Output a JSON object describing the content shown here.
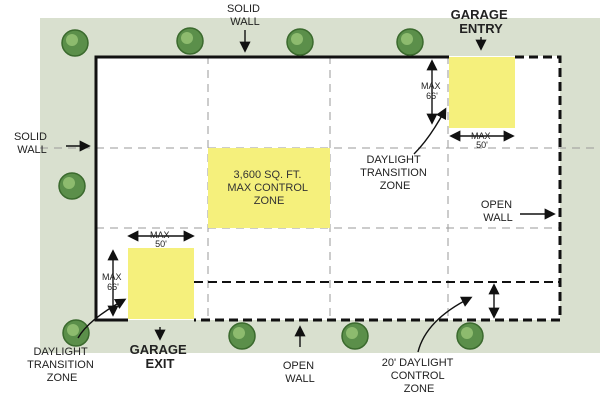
{
  "colors": {
    "hedge": "#d9e0cf",
    "yellow": "#f5f07c",
    "shrub": "#5b8f4a",
    "wall": "#111111",
    "grid": "#9a9a9a"
  },
  "labels": {
    "solid_wall_top": [
      "SOLID",
      "WALL"
    ],
    "solid_wall_left": [
      "SOLID",
      "WALL"
    ],
    "garage_entry": [
      "GARAGE",
      "ENTRY"
    ],
    "garage_exit": [
      "GARAGE",
      "EXIT"
    ],
    "max_66_tr": [
      "MAX",
      "66'"
    ],
    "max_50_tr": [
      "MAX",
      "50'"
    ],
    "max_50_bl": [
      "MAX",
      "50'"
    ],
    "max_66_bl": [
      "MAX",
      "66'"
    ],
    "dtz_right": [
      "DAYLIGHT",
      "TRANSITION",
      "ZONE"
    ],
    "dtz_left": [
      "DAYLIGHT",
      "TRANSITION",
      "ZONE"
    ],
    "control_zone": [
      "3,600 SQ. FT.",
      "MAX CONTROL",
      "ZONE"
    ],
    "open_wall_right": [
      "OPEN",
      "WALL"
    ],
    "open_wall_bottom": [
      "OPEN",
      "WALL"
    ],
    "daylight_control": [
      "20' DAYLIGHT",
      "CONTROL",
      "ZONE"
    ]
  },
  "icons": [
    "shrub-icon",
    "arrow-icon"
  ]
}
